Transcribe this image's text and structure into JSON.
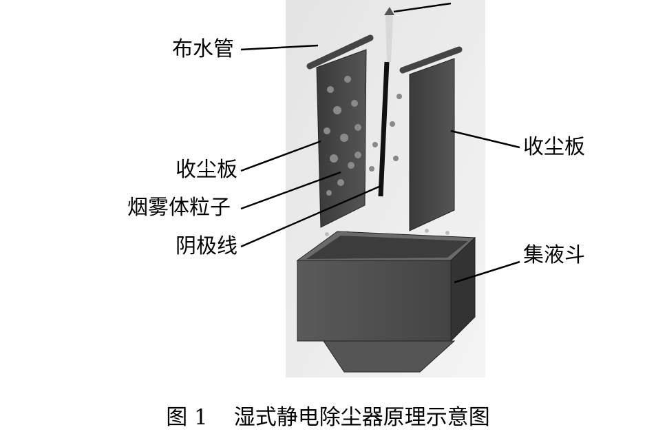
{
  "labels": {
    "water_pipe": "布水管",
    "collector_plate_left": "收尘板",
    "smoke_particles": "烟雾体粒子",
    "cathode_wire": "阴极线",
    "collector_plate_right": "收尘板",
    "liquid_hopper": "集液斗"
  },
  "caption": {
    "figure_number": "图 1",
    "title": "湿式静电除尘器原理示意图"
  }
}
